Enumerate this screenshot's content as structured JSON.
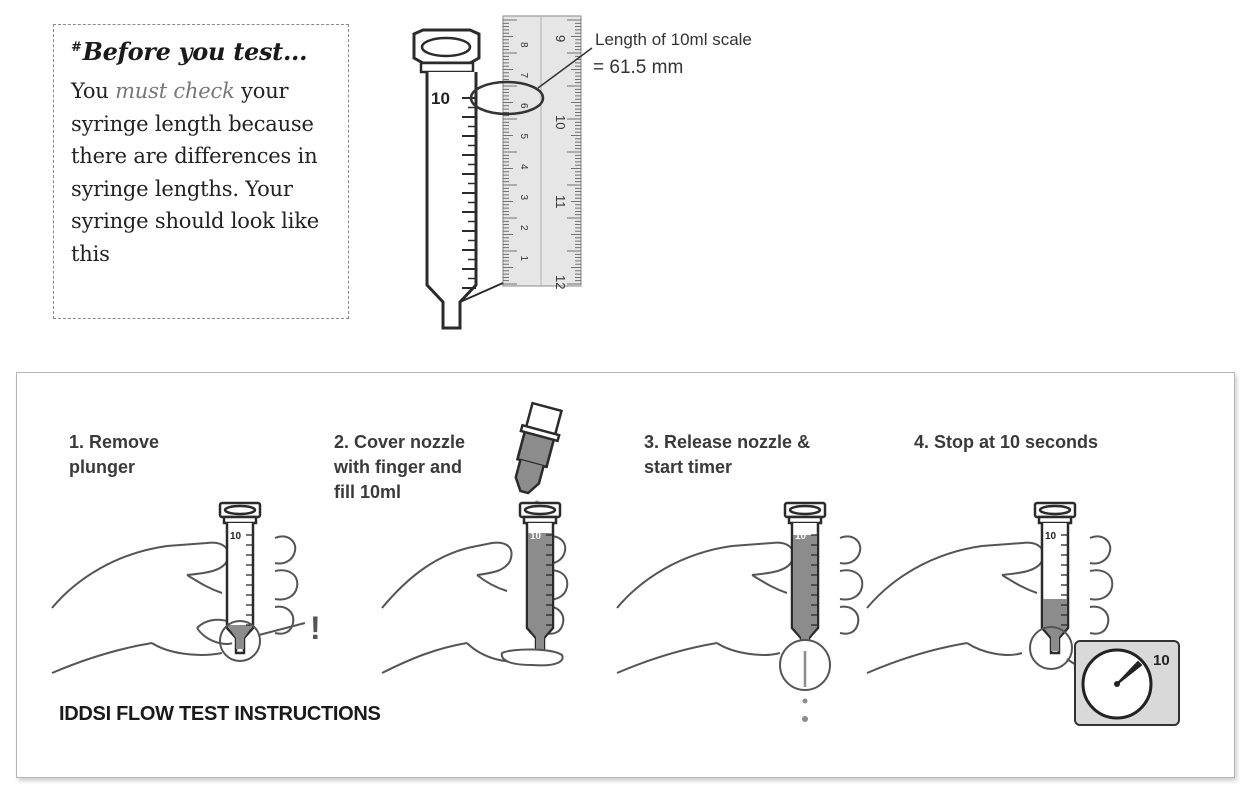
{
  "note": {
    "heading_mark": "#",
    "heading": "Before you test...",
    "line_lead": "You ",
    "line_emphasis": "must check",
    "line_rest": " your syringe length because there are differences in syringe lengths. Your syringe should look like this"
  },
  "syringe_figure": {
    "syringe_mark": "10",
    "scale_label_line1": "Length of 10ml scale",
    "scale_label_line2": "= 61.5 mm",
    "ruler_cm_labels": [
      "9",
      "10",
      "11",
      "12"
    ],
    "ruler_mm_labels": [
      "8",
      "7",
      "6",
      "5",
      "4",
      "3",
      "2",
      "1"
    ]
  },
  "instructions": {
    "title": "IDDSI FLOW TEST INSTRUCTIONS",
    "steps": [
      {
        "label_line1": "1. Remove",
        "label_line2": "plunger",
        "label_line3": "",
        "syringe_mark": "10",
        "callout": "!"
      },
      {
        "label_line1": "2. Cover nozzle",
        "label_line2": "with finger and",
        "label_line3": "fill 10ml",
        "syringe_mark": "10"
      },
      {
        "label_line1": "3. Release nozzle &",
        "label_line2": "start timer",
        "label_line3": "",
        "syringe_mark": "10"
      },
      {
        "label_line1": "4. Stop at 10 seconds",
        "label_line2": "",
        "label_line3": "",
        "syringe_mark": "10",
        "timer_value": "10"
      }
    ]
  },
  "colors": {
    "liquid": "#8c8c8c",
    "outline": "#333333",
    "ruler_fill": "#e6e6e6",
    "timer_box": "#d9d9d9"
  }
}
